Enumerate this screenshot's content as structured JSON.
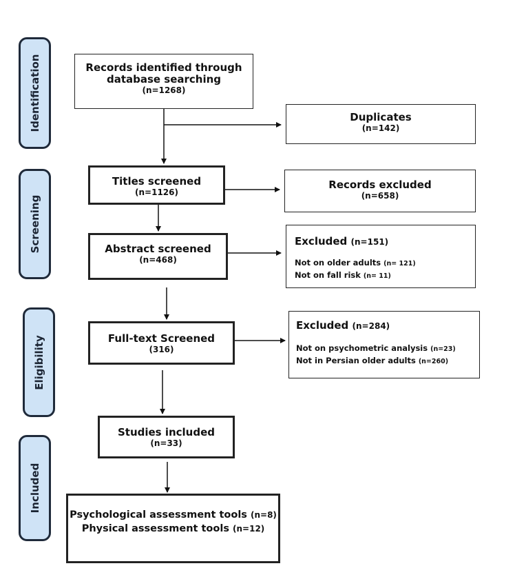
{
  "stages": [
    {
      "label": "Identification"
    },
    {
      "label": "Screening"
    },
    {
      "label": "Eligibility"
    },
    {
      "label": "Included"
    }
  ],
  "boxes": {
    "records_identified": {
      "title": "Records identified through database searching",
      "count": "(n=1268)"
    },
    "duplicates": {
      "title": "Duplicates",
      "count": "(n=142)"
    },
    "titles_screened": {
      "title": "Titles screened",
      "count": "(n=1126)"
    },
    "records_excluded": {
      "title": "Records excluded",
      "count": "(n=658)"
    },
    "abstract_screened": {
      "title": "Abstract screened",
      "count": "(n=468)"
    },
    "excluded_abstract": {
      "title": "Excluded",
      "count": "(n=151)",
      "reasons": [
        {
          "text": "Not on older adults",
          "count": "(n= 121)"
        },
        {
          "text": "Not on fall risk",
          "count": "(n= 11)"
        }
      ]
    },
    "fulltext_screened": {
      "title": "Full-text Screened",
      "count": "(316)"
    },
    "excluded_fulltext": {
      "title": "Excluded",
      "count": "(n=284)",
      "reasons": [
        {
          "text": "Not on psychometric analysis",
          "count": "(n=23)"
        },
        {
          "text": "Not in Persian older adults",
          "count": "(n=260)"
        }
      ]
    },
    "studies_included": {
      "title": "Studies included",
      "count": "(n=33)"
    },
    "tools": {
      "lines": [
        {
          "text": "Psychological assessment tools",
          "count": "(n=8)"
        },
        {
          "text": "Physical assessment tools",
          "count": "(n=12)"
        }
      ]
    }
  }
}
